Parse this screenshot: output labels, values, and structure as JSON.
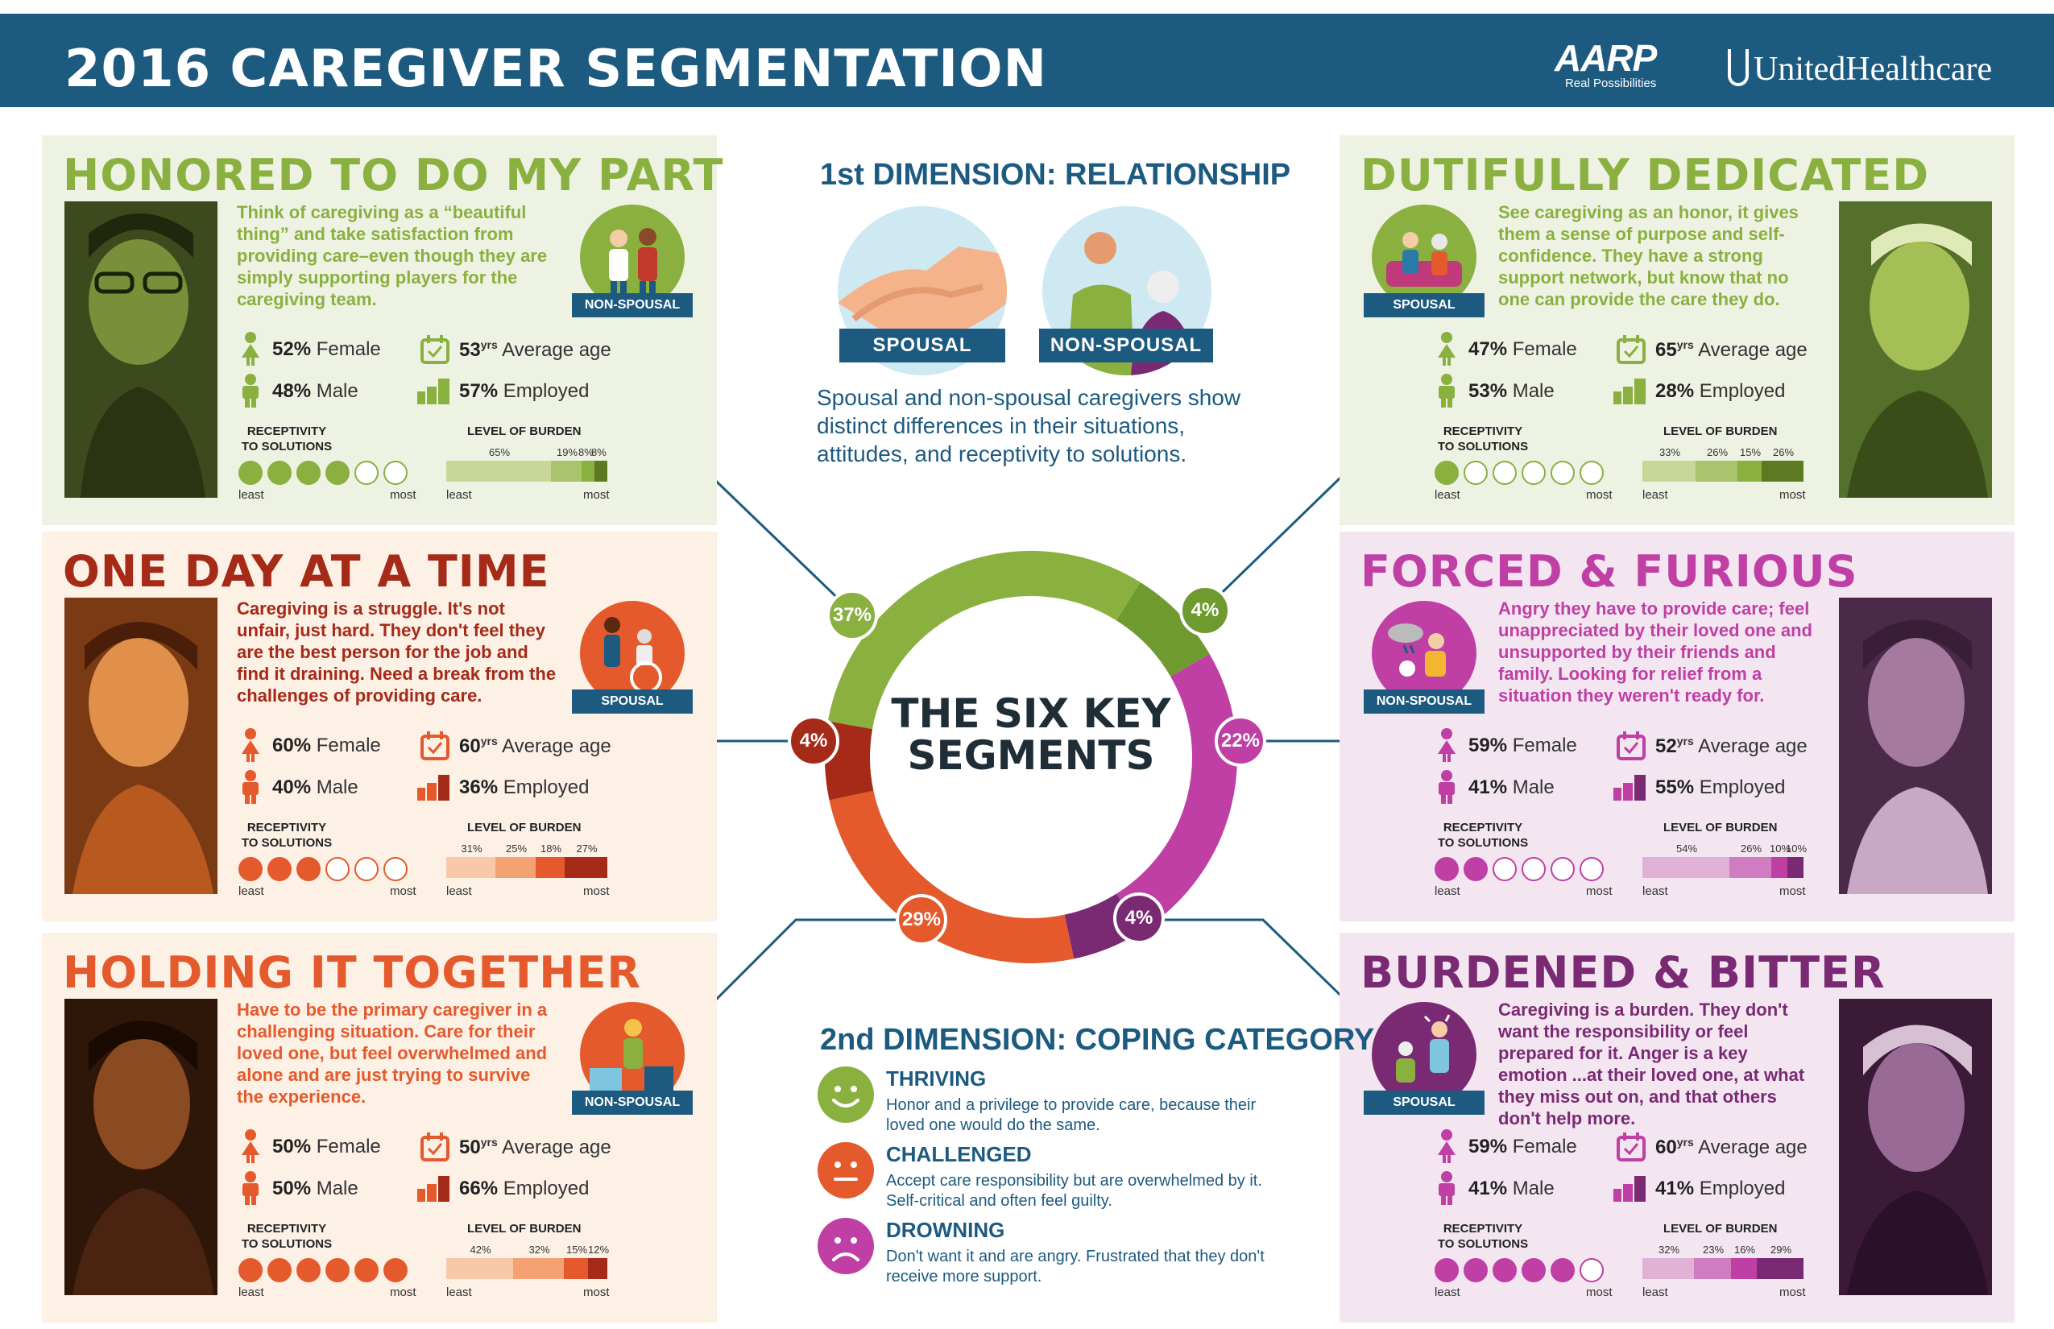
{
  "header": {
    "title": "2016 CAREGIVER SEGMENTATION",
    "aarp_logo": "AARP",
    "aarp_tagline": "Real Possibilities",
    "uhc_logo": "UnitedHealthcare"
  },
  "colors": {
    "header": "#1c5a80",
    "green": "#8ab040",
    "orange": "#e45a2c",
    "dark_red": "#a52a18",
    "magenta": "#bf3fa5",
    "purple": "#7a2a73"
  },
  "dim1": {
    "title": "1st DIMENSION: RELATIONSHIP",
    "spousal": "SPOUSAL",
    "nonspousal": "NON-SPOUSAL",
    "text": "Spousal and non-spousal caregivers show distinct differences in their situations, attitudes, and receptivity to solutions."
  },
  "center": {
    "title": "THE SIX KEY SEGMENTS"
  },
  "donut_pcts": {
    "honored": "37%",
    "dutifully": "4%",
    "forced": "22%",
    "burdened": "4%",
    "holding": "29%",
    "oneday": "4%"
  },
  "dim2": {
    "title": "2nd DIMENSION: COPING CATEGORY",
    "items": [
      {
        "name": "THRIVING",
        "text": "Honor and a privilege to provide care, because their loved one would do the same.",
        "icon": "happy-face-icon"
      },
      {
        "name": "CHALLENGED",
        "text": "Accept care responsibility but are overwhelmed by it. Self-critical and often feel guilty.",
        "icon": "neutral-face-icon"
      },
      {
        "name": "DROWNING",
        "text": "Don't want it and are angry. Frustrated that they don't receive more support.",
        "icon": "sad-face-icon"
      }
    ]
  },
  "labels": {
    "receptivity": "RECEPTIVITY",
    "to_solutions": "TO SOLUTIONS",
    "burden": "LEVEL OF BURDEN",
    "least": "least",
    "most": "most",
    "female": "Female",
    "male": "Male",
    "avg_age": "Average age",
    "employed": "Employed",
    "yrs": "yrs"
  },
  "segments": {
    "honored": {
      "title": "HONORED TO DO MY PART",
      "relationship": "NON-SPOUSAL",
      "desc": "Think of caregiving as a “beautiful thing” and take satisfaction from providing care–even though they are simply supporting players for the caregiving team.",
      "female": "52%",
      "male": "48%",
      "age": "53",
      "employed": "57%",
      "receptivity": 4,
      "burden": [
        "65%",
        "19%",
        "8%",
        "8%"
      ],
      "burden_values": [
        65,
        19,
        8,
        8
      ]
    },
    "dutifully": {
      "title": "DUTIFULLY DEDICATED",
      "relationship": "SPOUSAL",
      "desc": "See caregiving as an honor, it gives them a sense of purpose and self-confidence. They have a strong support network, but know that no one can provide the care they do.",
      "female": "47%",
      "male": "53%",
      "age": "65",
      "employed": "28%",
      "receptivity": 1,
      "burden": [
        "33%",
        "26%",
        "15%",
        "26%"
      ],
      "burden_values": [
        33,
        26,
        15,
        26
      ]
    },
    "oneday": {
      "title": "ONE DAY AT A TIME",
      "relationship": "SPOUSAL",
      "desc": "Caregiving is a struggle. It's not unfair, just hard. They don't feel they are the best person for the job and find it draining. Need a break from the challenges of providing care.",
      "female": "60%",
      "male": "40%",
      "age": "60",
      "employed": "36%",
      "receptivity": 3,
      "burden": [
        "31%",
        "25%",
        "18%",
        "27%"
      ],
      "burden_values": [
        31,
        25,
        18,
        27
      ]
    },
    "forced": {
      "title": "FORCED & FURIOUS",
      "relationship": "NON-SPOUSAL",
      "desc": "Angry they have to provide care; feel unappreciated by their loved one and unsupported by their friends and family. Looking for relief from a situation they weren't ready for.",
      "female": "59%",
      "male": "41%",
      "age": "52",
      "employed": "55%",
      "receptivity": 2,
      "burden": [
        "54%",
        "26%",
        "10%",
        "10%"
      ],
      "burden_values": [
        54,
        26,
        10,
        10
      ]
    },
    "holding": {
      "title": "HOLDING IT TOGETHER",
      "relationship": "NON-SPOUSAL",
      "desc": "Have to be the primary caregiver in a challenging situation. Care for their loved one, but feel overwhelmed and alone and are just trying to survive the experience.",
      "female": "50%",
      "male": "50%",
      "age": "50",
      "employed": "66%",
      "receptivity": 6,
      "burden": [
        "42%",
        "32%",
        "15%",
        "12%"
      ],
      "burden_values": [
        42,
        32,
        15,
        12
      ]
    },
    "burdened": {
      "title": "BURDENED & BITTER",
      "relationship": "SPOUSAL",
      "desc": "Caregiving is a burden. They don't want the responsibility or feel prepared for it. Anger is a key emotion ...at their loved one, at what they miss out on, and that others don't help more.",
      "female": "59%",
      "male": "41%",
      "age": "60",
      "employed": "41%",
      "receptivity": 5,
      "burden": [
        "32%",
        "23%",
        "16%",
        "29%"
      ],
      "burden_values": [
        32,
        23,
        16,
        29
      ]
    }
  }
}
